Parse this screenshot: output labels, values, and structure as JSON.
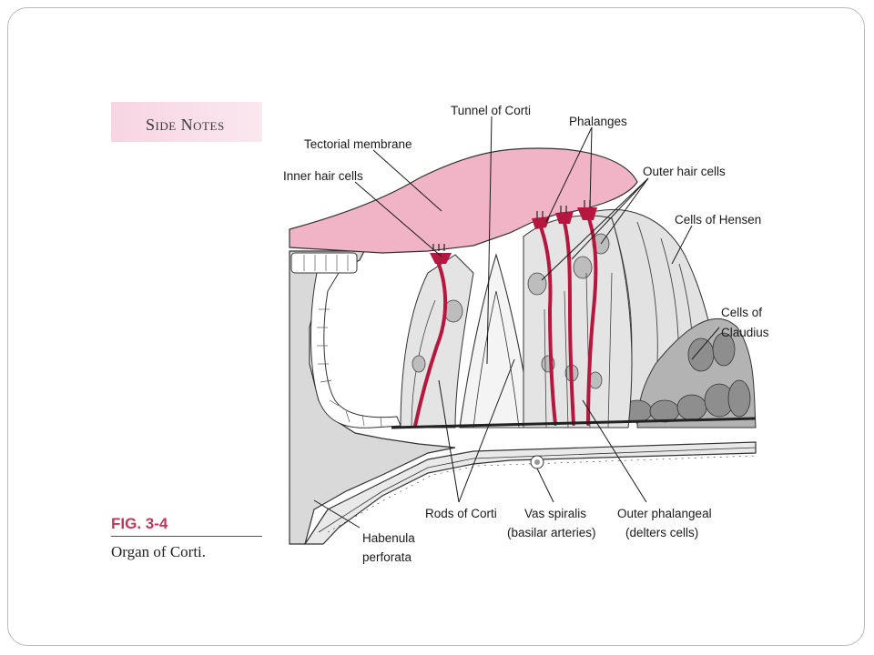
{
  "sidebar": {
    "side_notes_title": "Side Notes"
  },
  "figure": {
    "number": "FIG. 3-4",
    "caption": "Organ of Corti."
  },
  "labels": {
    "tunnel_of_corti": "Tunnel of Corti",
    "phalanges": "Phalanges",
    "tectorial_membrane": "Tectorial membrane",
    "outer_hair_cells": "Outer hair cells",
    "inner_hair_cells": "Inner hair cells",
    "cells_of_hensen": "Cells of Hensen",
    "cells_of_claudius_1": "Cells of",
    "cells_of_claudius_2": "Claudius",
    "rods_of_corti": "Rods of Corti",
    "vas_spiralis_1": "Vas spiralis",
    "vas_spiralis_2": "(basilar arteries)",
    "outer_phalangeal_1": "Outer phalangeal",
    "outer_phalangeal_2": "(delters cells)",
    "habenula_1": "Habenula",
    "habenula_2": "perforata"
  },
  "colors": {
    "tectorial_pink": "#f1b3c6",
    "hair_cell_red": "#b5173f",
    "cell_gray": "#d7d7d7",
    "dark_gray": "#9a9a9a"
  }
}
